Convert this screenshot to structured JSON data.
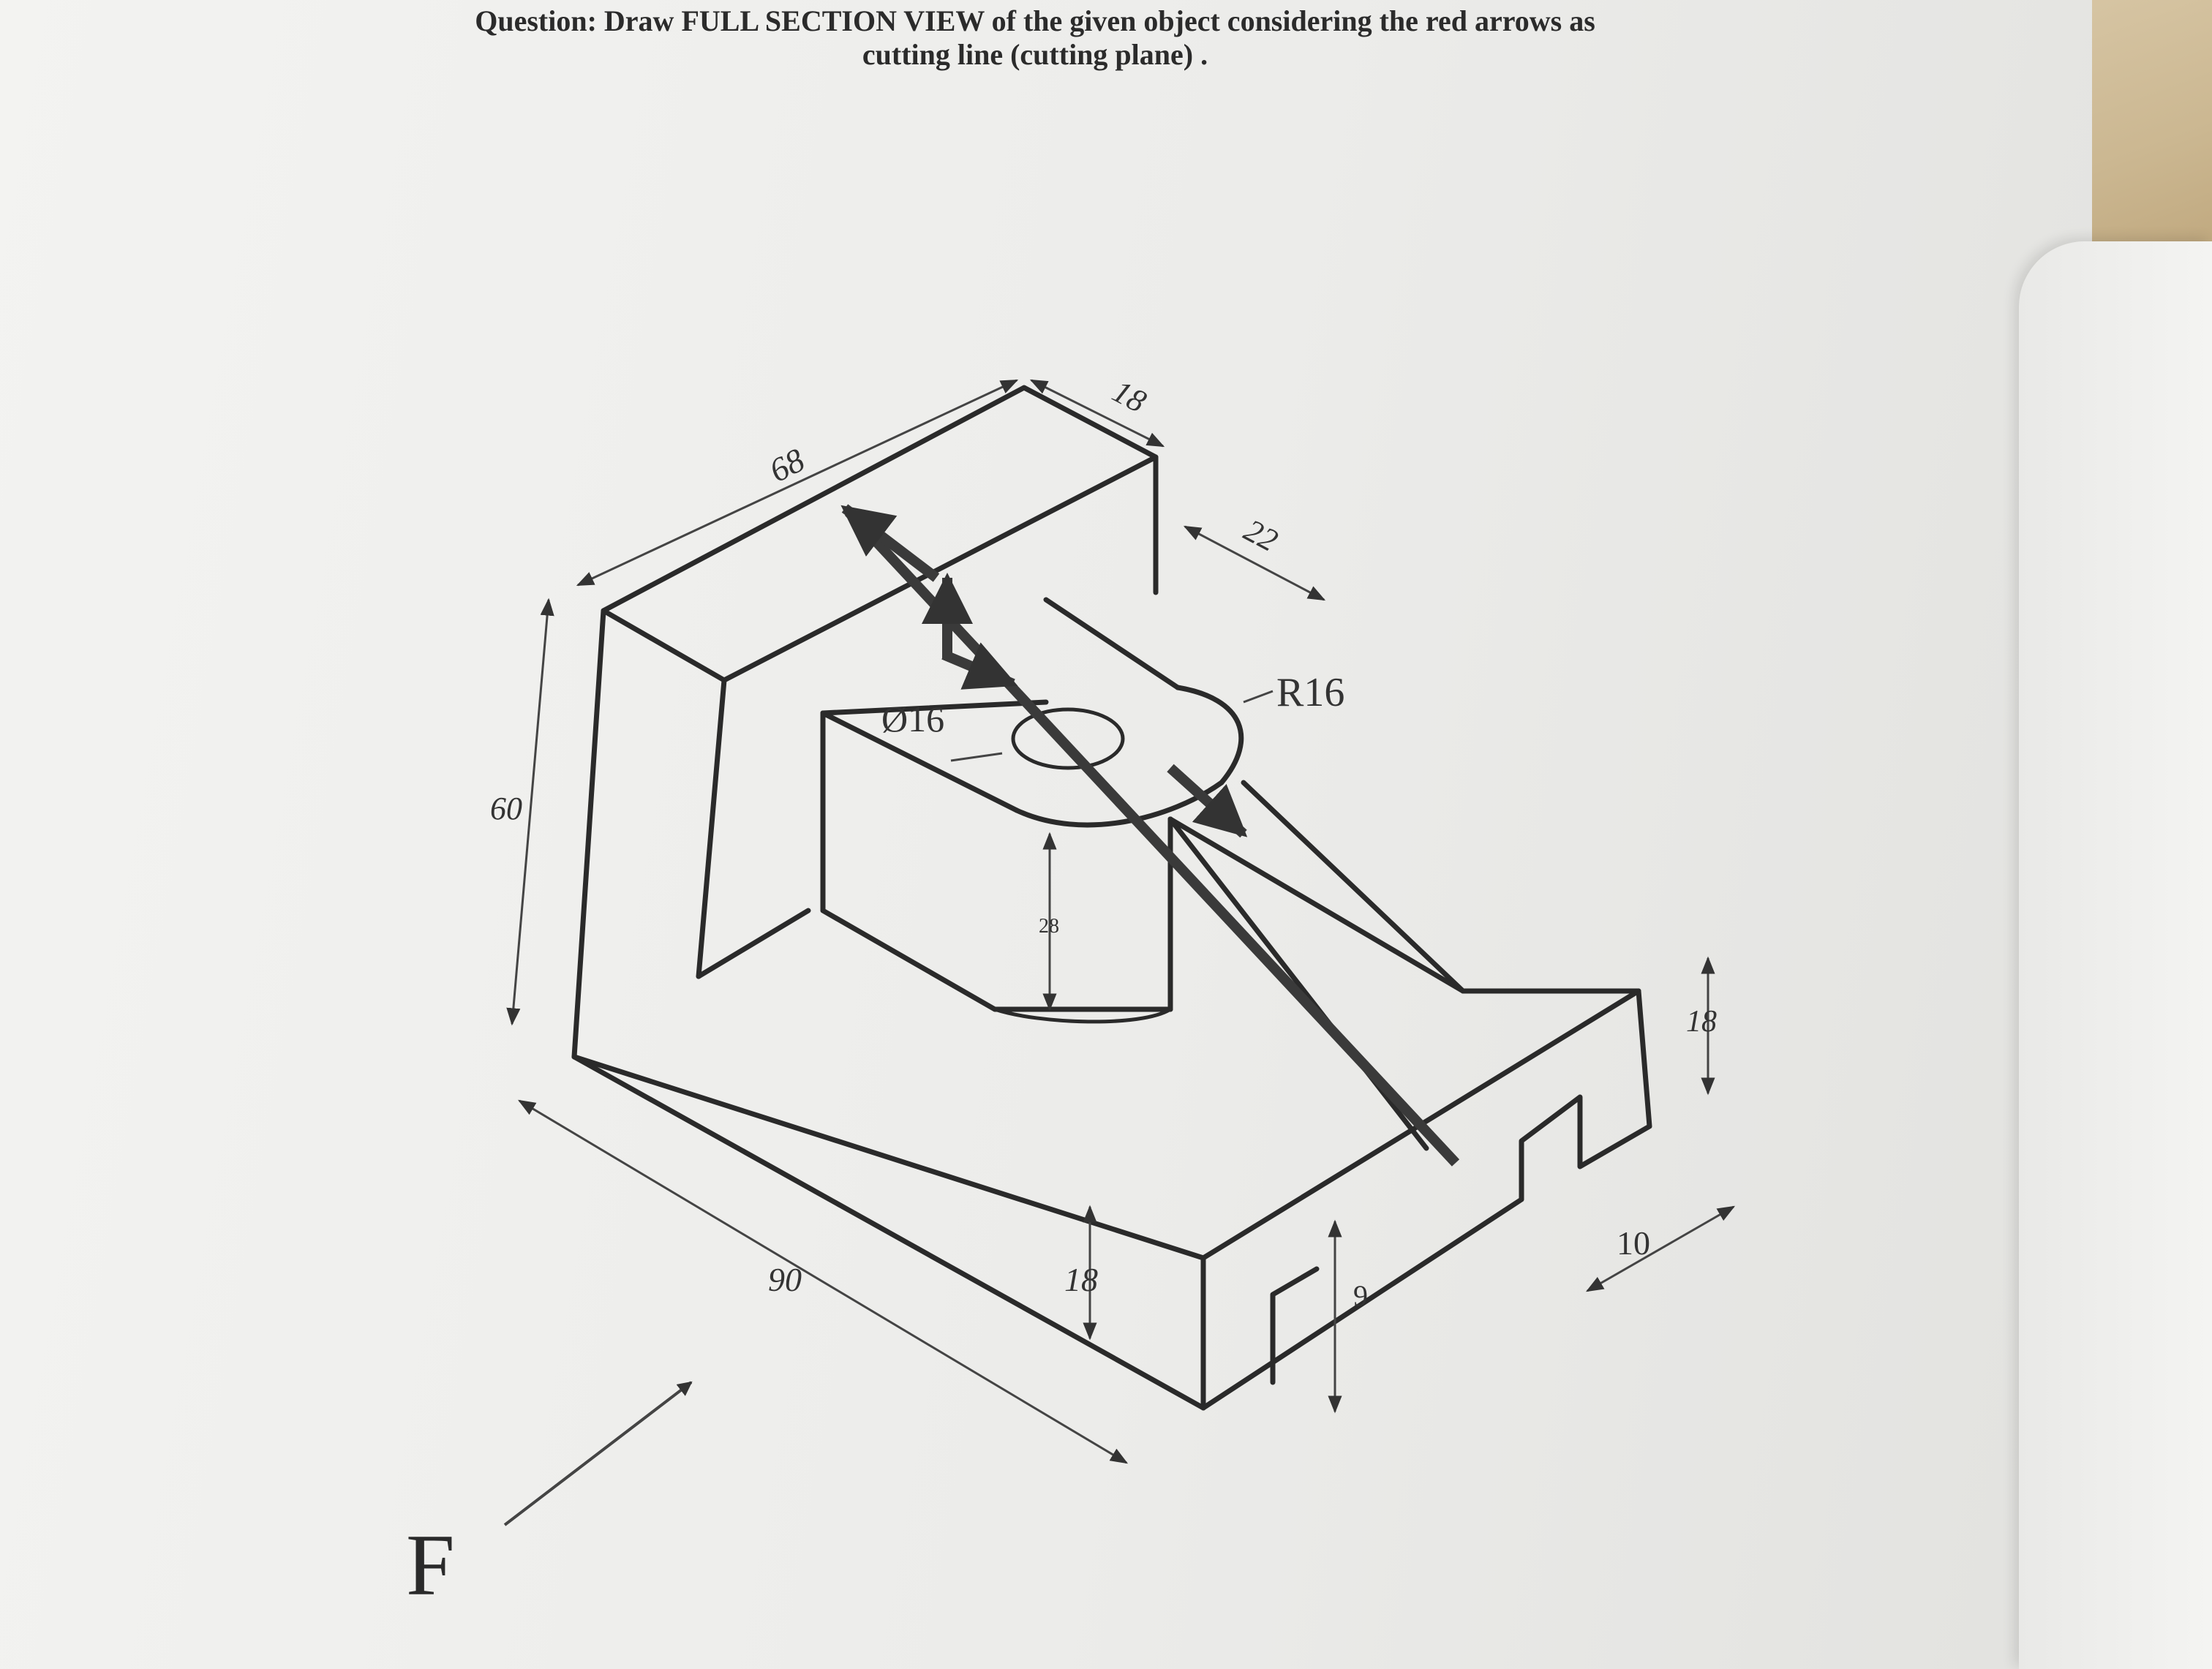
{
  "question": {
    "line1": "Question: Draw FULL SECTION VIEW of the given object considering the red arrows as",
    "line2": "cutting line (cutting plane) ."
  },
  "dimensions": {
    "d68": "68",
    "d18_top": "18",
    "d22": "22",
    "r16": "R16",
    "dia16": "Ø16",
    "d60": "60",
    "d28": "28",
    "d90": "90",
    "d18_front": "18",
    "d18_right": "18",
    "d10": "10",
    "d9": "9"
  },
  "view_label": "F",
  "colors": {
    "ink": "#2a2a2a",
    "cutting_line": "#3a3a3a",
    "paper": "#efefed"
  }
}
